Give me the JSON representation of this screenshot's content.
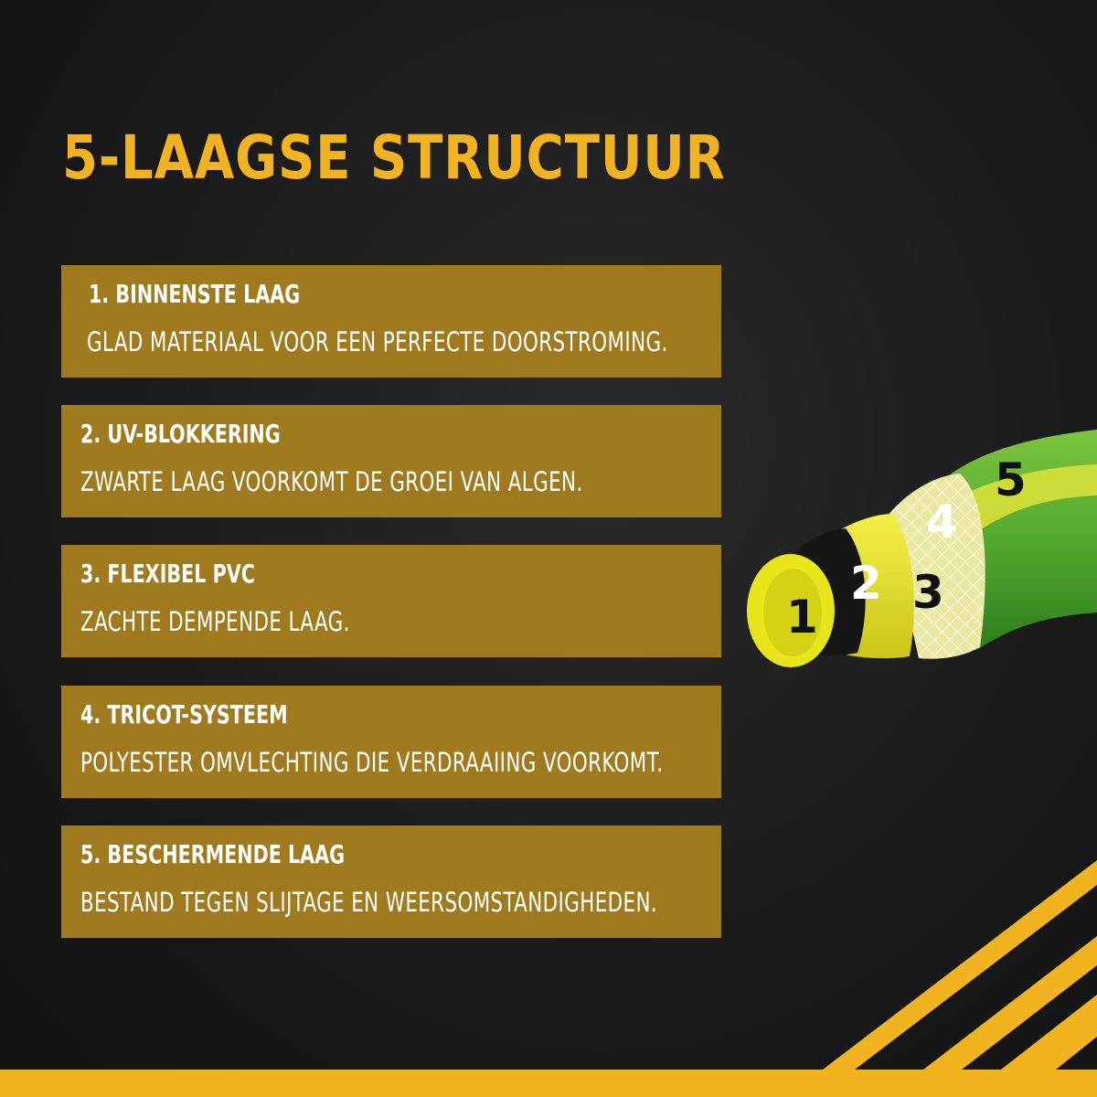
{
  "title": "5-LAAGSE STRUCTUUR",
  "layers": [
    {
      "title": "1. BINNENSTE LAAG",
      "desc": "GLAD MATERIAAL VOOR EEN PERFECTE DOORSTROMING."
    },
    {
      "title": "2. UV-BLOKKERING",
      "desc": "ZWARTE LAAG VOORKOMT DE GROEI VAN ALGEN."
    },
    {
      "title": "3. FLEXIBEL PVC",
      "desc": "ZACHTE DEMPENDE LAAG."
    },
    {
      "title": "4. TRICOT-SYSTEEM",
      "desc": "POLYESTER OMVLECHTING DIE VERDRAAIING VOORKOMT."
    },
    {
      "title": "5. BESCHERMENDE LAAG",
      "desc": "BESTAND TEGEN SLIJTAGE EN WEERSOMSTANDIGHEDEN."
    }
  ],
  "hose_labels": [
    "1",
    "2",
    "3",
    "4",
    "5"
  ],
  "colors": {
    "accent": "#f2b320",
    "card": "#a07a1f",
    "background": "#1b1b1b",
    "hose_green": "#5bb030",
    "hose_yellow": "#e6e21e"
  }
}
